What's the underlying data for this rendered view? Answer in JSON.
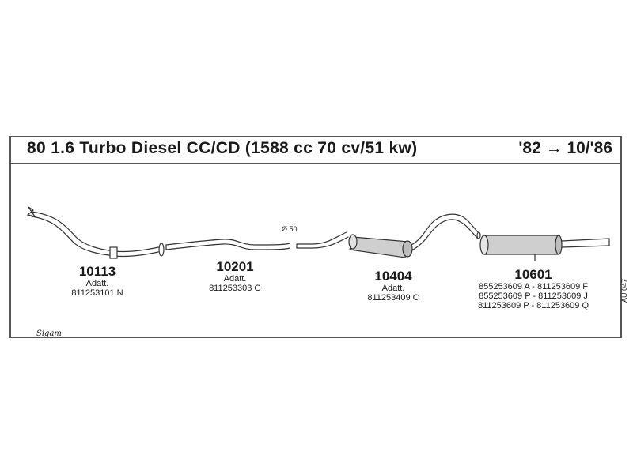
{
  "header": {
    "title": "80 1.6 Turbo Diesel CC/CD (1588 cc 70 cv/51 kw)",
    "date_range": "'82 → 10/'86"
  },
  "parts": [
    {
      "number": "10113",
      "adapt_label": "Adatt.",
      "codes": [
        "811253101 N"
      ]
    },
    {
      "number": "10201",
      "adapt_label": "Adatt.",
      "codes": [
        "811253303 G"
      ]
    },
    {
      "number": "10404",
      "adapt_label": "Adatt.",
      "codes": [
        "811253409 C"
      ]
    },
    {
      "number": "10601",
      "adapt_label": "",
      "codes": [
        "855253609 A - 811253609 F",
        "855253609 P - 811253609 J",
        "811253609 P - 811253609 Q"
      ]
    }
  ],
  "diameter_label": "Ø 50",
  "reference_code": "AU 047",
  "brand": "Sigam"
}
